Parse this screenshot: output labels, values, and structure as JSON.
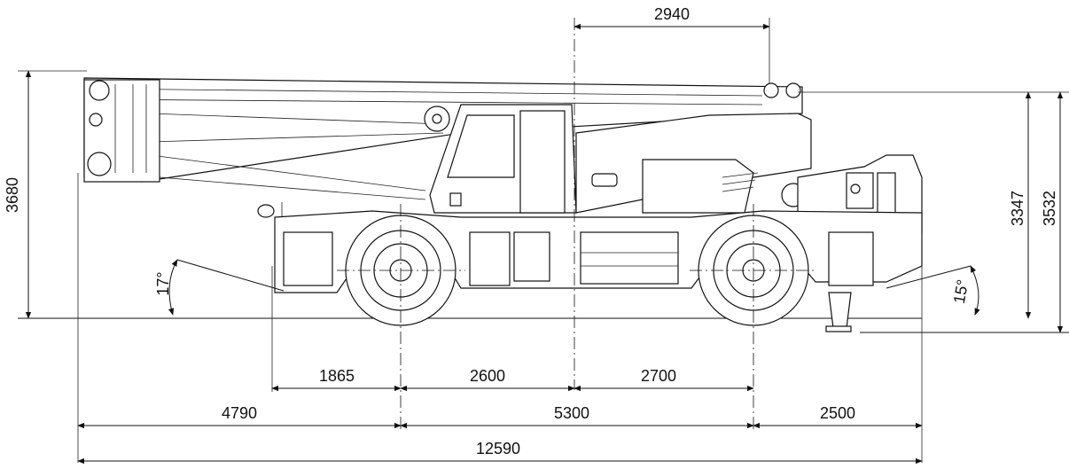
{
  "colors": {
    "ink": "#111111",
    "background": "#ffffff"
  },
  "dimensions": {
    "top_offset": "2940",
    "overall_height": "3680",
    "cab_height": "3347",
    "max_height": "3532",
    "front_overhang_a": "1865",
    "wheelbase_front_half": "2600",
    "wheelbase_rear_half": "2700",
    "front_overhang_total": "4790",
    "wheelbase": "5300",
    "rear_overhang": "2500",
    "overall_length": "12590"
  },
  "angles": {
    "approach": "17°",
    "departure": "15°"
  }
}
